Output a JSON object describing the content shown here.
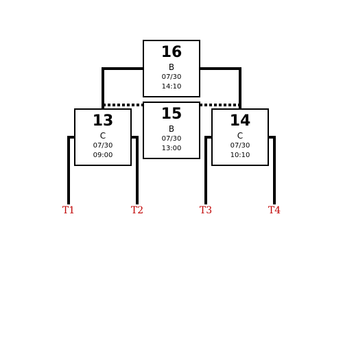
{
  "matches": [
    {
      "id": "m16",
      "number": "16",
      "court": "B",
      "date": "07/30",
      "time": "14:10"
    },
    {
      "id": "m15",
      "number": "15",
      "court": "B",
      "date": "07/30",
      "time": "13:00"
    },
    {
      "id": "m13",
      "number": "13",
      "court": "C",
      "date": "07/30",
      "time": "09:00"
    },
    {
      "id": "m14",
      "number": "14",
      "court": "C",
      "date": "07/30",
      "time": "10:10"
    }
  ],
  "teams": [
    "T1",
    "T2",
    "T3",
    "T4"
  ],
  "colors": {
    "line": "#000000",
    "team_text": "#c00000"
  }
}
